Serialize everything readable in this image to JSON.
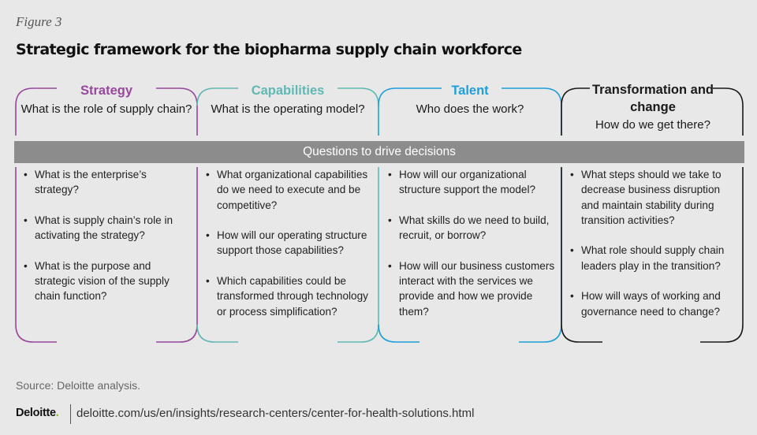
{
  "figure_label": "Figure 3",
  "title": "Strategic framework for the biopharma supply chain workforce",
  "band_label": "Questions to drive decisions",
  "columns": [
    {
      "name": "Strategy",
      "color": "#97479c",
      "question": "What is the role of supply chain?",
      "items": [
        "What is the enterprise’s strategy?",
        "What is supply chain’s role in activating the strategy?",
        "What is the purpose and strategic vision of the supply chain function?"
      ]
    },
    {
      "name": "Capabilities",
      "color": "#5fb8b2",
      "question": "What is the operating model?",
      "items": [
        "What organizational capabilities do we need to execute and be competitive?",
        "How will our operating structure support those capabilities?",
        "Which capabilities could be transformed through technology or process simplification?"
      ]
    },
    {
      "name": "Talent",
      "color": "#1d9fd8",
      "question": "Who does the work?",
      "items": [
        "How will our organizational structure support the model?",
        "What skills do we need to build, recruit, or borrow?",
        "How will our business customers interact with the services we provide and how we provide them?"
      ]
    },
    {
      "name": "Transformation and change",
      "color": "#1a1a1a",
      "question": "How do we get there?",
      "items": [
        "What steps should we take to decrease business disruption and maintain stability during transition activities?",
        "What role should supply chain leaders play in the transition?",
        "How will ways of working and governance need to change?"
      ]
    }
  ],
  "source": "Source: Deloitte analysis.",
  "footer": {
    "logo_text": "Deloitte",
    "logo_dot": ".",
    "url": "deloitte.com/us/en/insights/research-centers/center-for-health-solutions.html"
  }
}
